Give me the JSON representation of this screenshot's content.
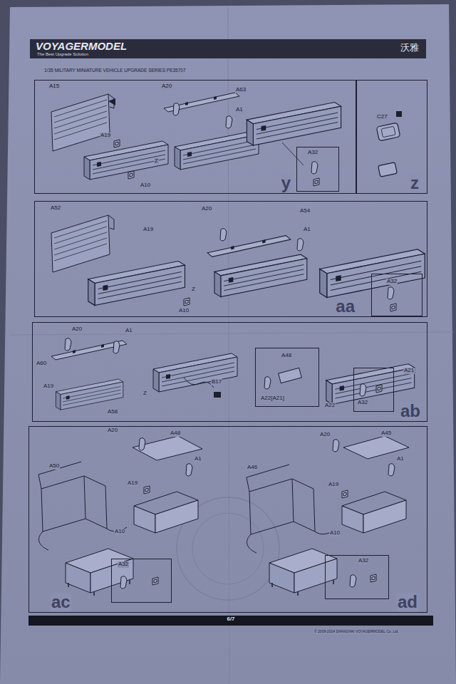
{
  "diagram": {
    "title": "1/35 MILITARY MINIATURE VEHICLE UPGRADE SERIES PE35707",
    "nodes": [
      {
        "text": [
          "VOYAGERMODEL",
          "The Best Upgrade Solution",
          "沃雅"
        ]
      },
      {
        "text": [
          "y"
        ]
      },
      {
        "text": [
          "A32"
        ],
        "in": 1
      },
      {
        "text": [
          "z"
        ]
      },
      {
        "text": [
          "aa"
        ]
      },
      {
        "text": [
          "A32"
        ],
        "in": 4
      },
      {
        "text": [
          "ab"
        ]
      },
      {
        "text": [
          "A48",
          "A22[A21]"
        ],
        "in": 6
      },
      {
        "text": [
          "A32"
        ],
        "in": 6
      },
      {
        "text": [
          "ac",
          "ad"
        ]
      },
      {
        "text": [
          "A32"
        ],
        "in": 9
      },
      {
        "text": [
          "A32"
        ],
        "in": 9
      },
      {
        "text": [
          "6/7"
        ]
      }
    ],
    "labels": [
      "A15",
      "A20",
      "A63",
      "A1",
      "A19",
      "Z",
      "A10",
      "C27",
      "A52",
      "A20",
      "A54",
      "A1",
      "A19",
      "Z",
      "A10",
      "A20",
      "A1",
      "A60",
      "A19",
      "A58",
      "Z",
      "B17",
      "A21",
      "A22",
      "A20",
      "A48",
      "A1",
      "A50",
      "A19",
      "A10",
      "A20",
      "A45",
      "A1",
      "A46",
      "A19",
      "A10",
      "© 2009-2014 SHANGHAI VOYAGERMODEL Co.,Ltd."
    ]
  }
}
